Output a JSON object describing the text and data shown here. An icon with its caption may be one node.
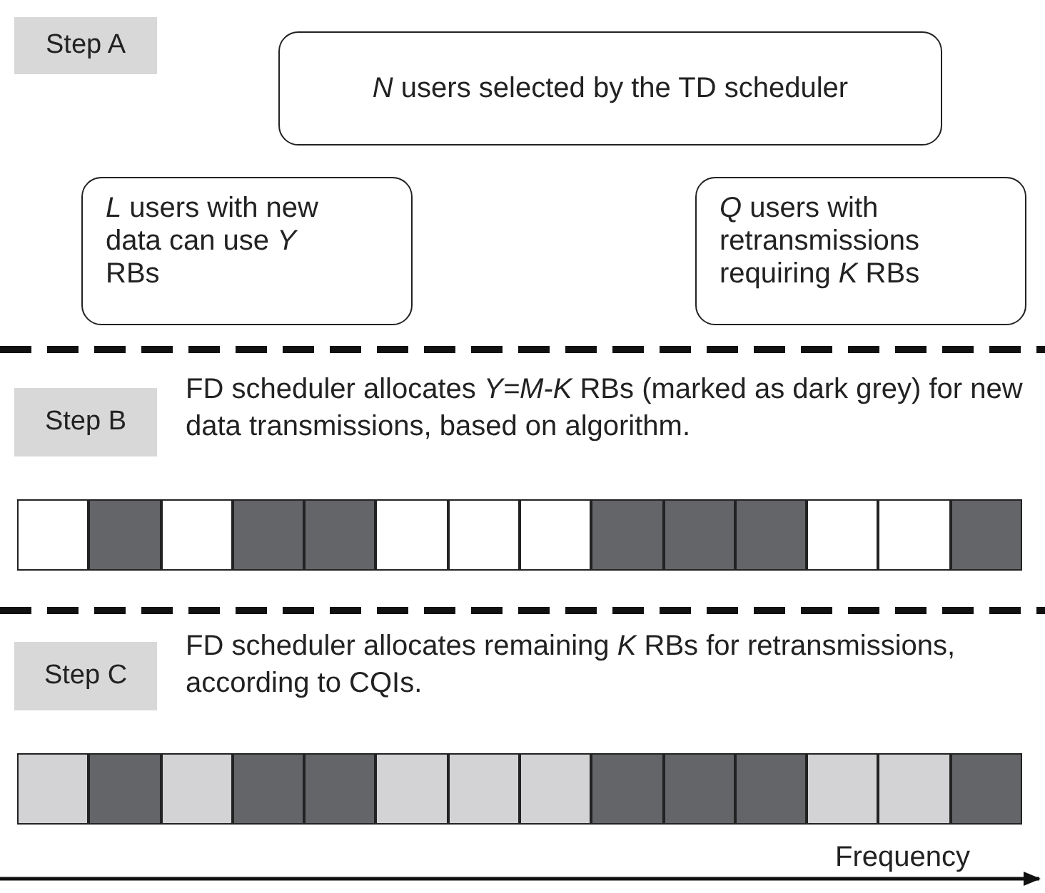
{
  "diagram": {
    "nodes": [
      {
        "text": [
          "Step A"
        ]
      },
      {
        "text": [
          "*N* users selected by the TD scheduler"
        ]
      },
      {
        "text": [
          "*L* users with new data can use *Y* RBs"
        ]
      },
      {
        "text": [
          "*Q* users with retransmissions requiring *K* RBs"
        ]
      },
      {
        "text": [
          "Step B"
        ]
      },
      {
        "text": [],
        "shape": "box"
      },
      {
        "text": [],
        "shape": "box"
      },
      {
        "text": [],
        "shape": "box"
      },
      {
        "text": [],
        "shape": "box"
      },
      {
        "text": [],
        "shape": "box"
      },
      {
        "text": [],
        "shape": "box"
      },
      {
        "text": [],
        "shape": "box"
      },
      {
        "text": [],
        "shape": "box"
      },
      {
        "text": [],
        "shape": "box"
      },
      {
        "text": [],
        "shape": "box"
      },
      {
        "text": [],
        "shape": "box"
      },
      {
        "text": [],
        "shape": "box"
      },
      {
        "text": [],
        "shape": "box"
      },
      {
        "text": [],
        "shape": "box"
      },
      {
        "text": [
          "Step C"
        ]
      },
      {
        "text": [],
        "shape": "box"
      },
      {
        "text": [],
        "shape": "box"
      },
      {
        "text": [],
        "shape": "box"
      },
      {
        "text": [],
        "shape": "box"
      },
      {
        "text": [],
        "shape": "box"
      },
      {
        "text": [],
        "shape": "box"
      },
      {
        "text": [],
        "shape": "box"
      },
      {
        "text": [],
        "shape": "box"
      },
      {
        "text": [],
        "shape": "box"
      },
      {
        "text": [],
        "shape": "box"
      },
      {
        "text": [],
        "shape": "box"
      },
      {
        "text": [],
        "shape": "box"
      },
      {
        "text": [],
        "shape": "box"
      },
      {
        "text": [],
        "shape": "box"
      }
    ],
    "edges": [],
    "labels": [
      "FD scheduler allocates *Y=M-K* RBs (marked as dark grey) for new data transmissions, based on algorithm.",
      "FD scheduler allocates remaining *K* RBs for retransmissions, according to CQIs.",
      "Frequency"
    ]
  }
}
